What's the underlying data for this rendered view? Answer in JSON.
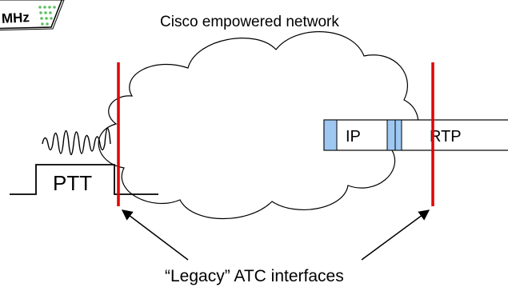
{
  "title": "Cisco empowered network",
  "radio_badge": {
    "text": "MHz"
  },
  "ptt_label": "PTT",
  "packet": {
    "ip_label": "IP",
    "rtp_label": "RTP"
  },
  "caption": "“Legacy” ATC interfaces",
  "colors": {
    "interface_line": "#e00000",
    "packet_header": "#9ec8f2",
    "cloud_fill": "#ffffff",
    "badge_dots": "#5ec060",
    "stroke": "#000000"
  },
  "icons": {
    "radio": "radio-frequency-icon",
    "waveform": "rf-waveform-icon",
    "cloud": "network-cloud-icon"
  }
}
